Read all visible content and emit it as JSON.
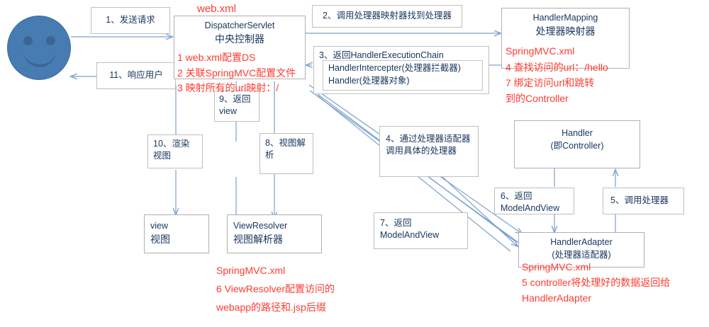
{
  "diagram": {
    "title_note": "web.xml",
    "actor": {
      "name": "user-smiley"
    },
    "nodes": {
      "dispatcher": {
        "title": "DispatcherServlet",
        "subtitle": "中央控制器",
        "red_lines": [
          "1 web.xml配置DS",
          "2 关联SpringMVC配置文件",
          "3 映射所有的url映射：/"
        ]
      },
      "handler_mapping": {
        "title": "HandlerMapping",
        "subtitle": "处理器映射器",
        "red_lines": [
          "SpringMVC.xml",
          "4 查找访问的url：/hello",
          "7 绑定访问url和跳转",
          "到的Controller"
        ]
      },
      "handler": {
        "title": "Handler",
        "subtitle": "(即Controller)"
      },
      "handler_adapter": {
        "title": "HandlerAdapter",
        "subtitle": "(处理器适配器)",
        "red_lines": [
          "SpringMVC.xml",
          "5 controller将处理好的数据返回给",
          "HandlerAdapter"
        ]
      },
      "view_resolver": {
        "title": "ViewResolver",
        "subtitle": "视图解析器",
        "red_lines": [
          "SpringMVC.xml",
          "6 ViewResolver配置访问的",
          "webapp的路径和.jsp后缀"
        ]
      },
      "view": {
        "title": "view",
        "subtitle": "视图"
      }
    },
    "steps": {
      "s1": "1、发送请求",
      "s2": "2、调用处理器映射器找到处理器",
      "s3_title": "3、返回HandlerExecutionChain",
      "s3_inner_1": "HandlerIntercepter(处理器拦截器)",
      "s3_inner_2": "Handler(处理器对象)",
      "s4_l1": "4、通过处理器适配器",
      "s4_l2": "调用具体的处理器",
      "s5": "5、调用处理器",
      "s6_l1": "6、返回",
      "s6_l2": "ModelAndView",
      "s7_l1": "7、返回",
      "s7_l2": "ModelAndView",
      "s8_l1": "8、视图解",
      "s8_l2": "析",
      "s9_l1": "9、返回",
      "s9_l2": "view",
      "s10_l1": "10、渲染",
      "s10_l2": "视图",
      "s11": "11、响应用户"
    },
    "colors": {
      "arrow": "#7ba0cd",
      "annotation_red": "#ff3b30",
      "node_text": "#17365d",
      "actor_fill": "#477cb3",
      "box_border": "#b5b5b5"
    }
  }
}
